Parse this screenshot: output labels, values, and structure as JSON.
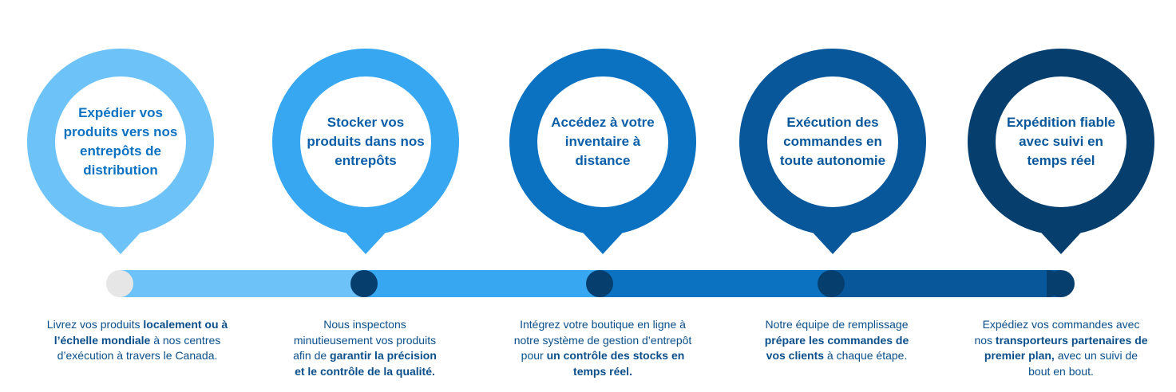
{
  "colors": {
    "stage1": "#6dc3f7",
    "stage2": "#36a7f0",
    "stage3": "#0b72c2",
    "stage4": "#08579a",
    "stage5": "#063e6e"
  },
  "steps": [
    {
      "title": "Expédier vos produits vers nos entrepôts de distribution",
      "desc_parts": [
        {
          "text": "Livrez vos produits ",
          "bold": false
        },
        {
          "text": "localement ou à l’échelle mondiale",
          "bold": true
        },
        {
          "text": " à nos centres d’exécution à travers le Canada.",
          "bold": false
        }
      ]
    },
    {
      "title": "Stocker vos produits dans nos entrepôts",
      "desc_parts": [
        {
          "text": "Nous inspectons minutieusement vos produits afin de ",
          "bold": false
        },
        {
          "text": "garantir la précision et le contrôle de la qualité.",
          "bold": true
        }
      ]
    },
    {
      "title": "Accédez à votre inventaire à distance",
      "desc_parts": [
        {
          "text": "Intégrez votre boutique en ligne à notre système de gestion d’entrepôt pour ",
          "bold": false
        },
        {
          "text": "un contrôle des stocks en temps réel.",
          "bold": true
        }
      ]
    },
    {
      "title": "Exécution des commandes en toute autonomie",
      "desc_parts": [
        {
          "text": "Notre équipe de remplissage ",
          "bold": false
        },
        {
          "text": "prépare les commandes de vos clients",
          "bold": true
        },
        {
          "text": " à chaque étape.",
          "bold": false
        }
      ]
    },
    {
      "title": "Expédition fiable avec suivi en temps réel",
      "desc_parts": [
        {
          "text": "Expédiez vos commandes avec nos ",
          "bold": false
        },
        {
          "text": "transporteurs partenaires de premier plan,",
          "bold": true
        },
        {
          "text": " avec un suivi de bout en bout.",
          "bold": false
        }
      ]
    }
  ]
}
